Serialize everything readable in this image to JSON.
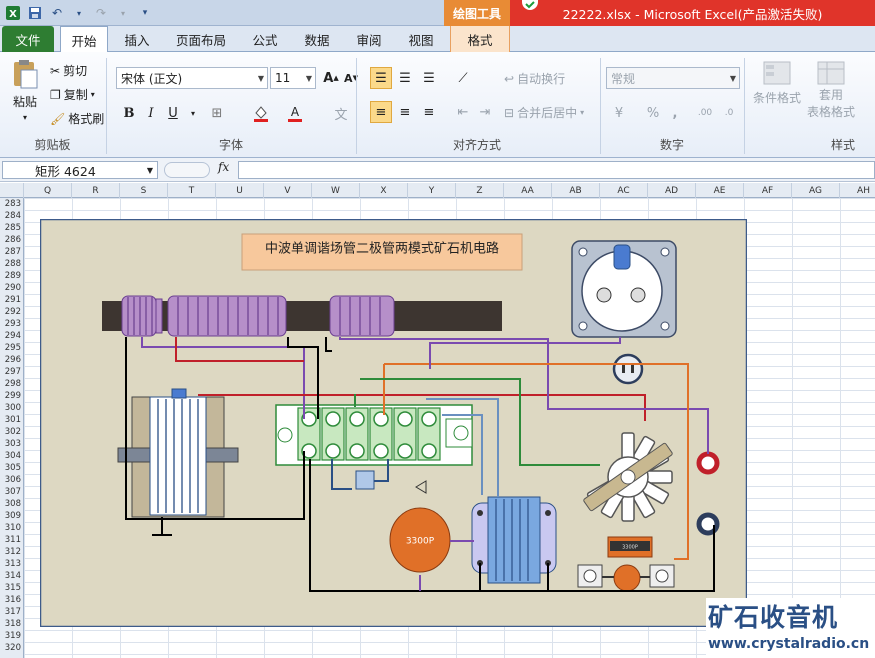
{
  "qat": {
    "save_icon": "save-icon",
    "undo_icon": "undo-icon",
    "redo_icon": "redo-icon"
  },
  "window": {
    "title": "22222.xlsx  -  Microsoft Excel(产品激活失败)",
    "drawing_tools": "绘图工具"
  },
  "tabs": [
    "文件",
    "开始",
    "插入",
    "页面布局",
    "公式",
    "数据",
    "审阅",
    "视图",
    "格式"
  ],
  "clipboard": {
    "paste": "粘贴",
    "cut": "剪切",
    "copy": "复制",
    "painter": "格式刷",
    "label": "剪贴板"
  },
  "font": {
    "name": "宋体 (正文)",
    "size": "11",
    "label": "字体",
    "bold": "B",
    "italic": "I",
    "underline": "U"
  },
  "align": {
    "wrap": "自动换行",
    "merge": "合并后居中",
    "label": "对齐方式"
  },
  "number": {
    "format": "常规",
    "percent": "%",
    "comma": ",",
    "label": "数字"
  },
  "styles": {
    "cond": "条件格式",
    "table1": "套用",
    "table2": "表格格式",
    "label": "样式"
  },
  "formula": {
    "namebox": "矩形  4624",
    "fx": "fx"
  },
  "columns": [
    "Q",
    "R",
    "S",
    "T",
    "U",
    "V",
    "W",
    "X",
    "Y",
    "Z",
    "AA",
    "AB",
    "AC",
    "AD",
    "AE",
    "AF",
    "AG",
    "AH"
  ],
  "rows": [
    "283",
    "284",
    "285",
    "286",
    "287",
    "288",
    "289",
    "290",
    "291",
    "292",
    "293",
    "294",
    "295",
    "296",
    "297",
    "298",
    "299",
    "300",
    "301",
    "302",
    "303",
    "304",
    "305",
    "306",
    "307",
    "308",
    "309",
    "310",
    "311",
    "312",
    "313",
    "314",
    "315",
    "316",
    "317",
    "318",
    "319",
    "320"
  ],
  "diagram": {
    "title": "中波单调谐场管二极管两模式矿石机电路",
    "cap_label": "3300P",
    "small_label": "3300P"
  },
  "watermark": {
    "cn": "矿石收音机",
    "url": "www.crystalradio.cn"
  }
}
